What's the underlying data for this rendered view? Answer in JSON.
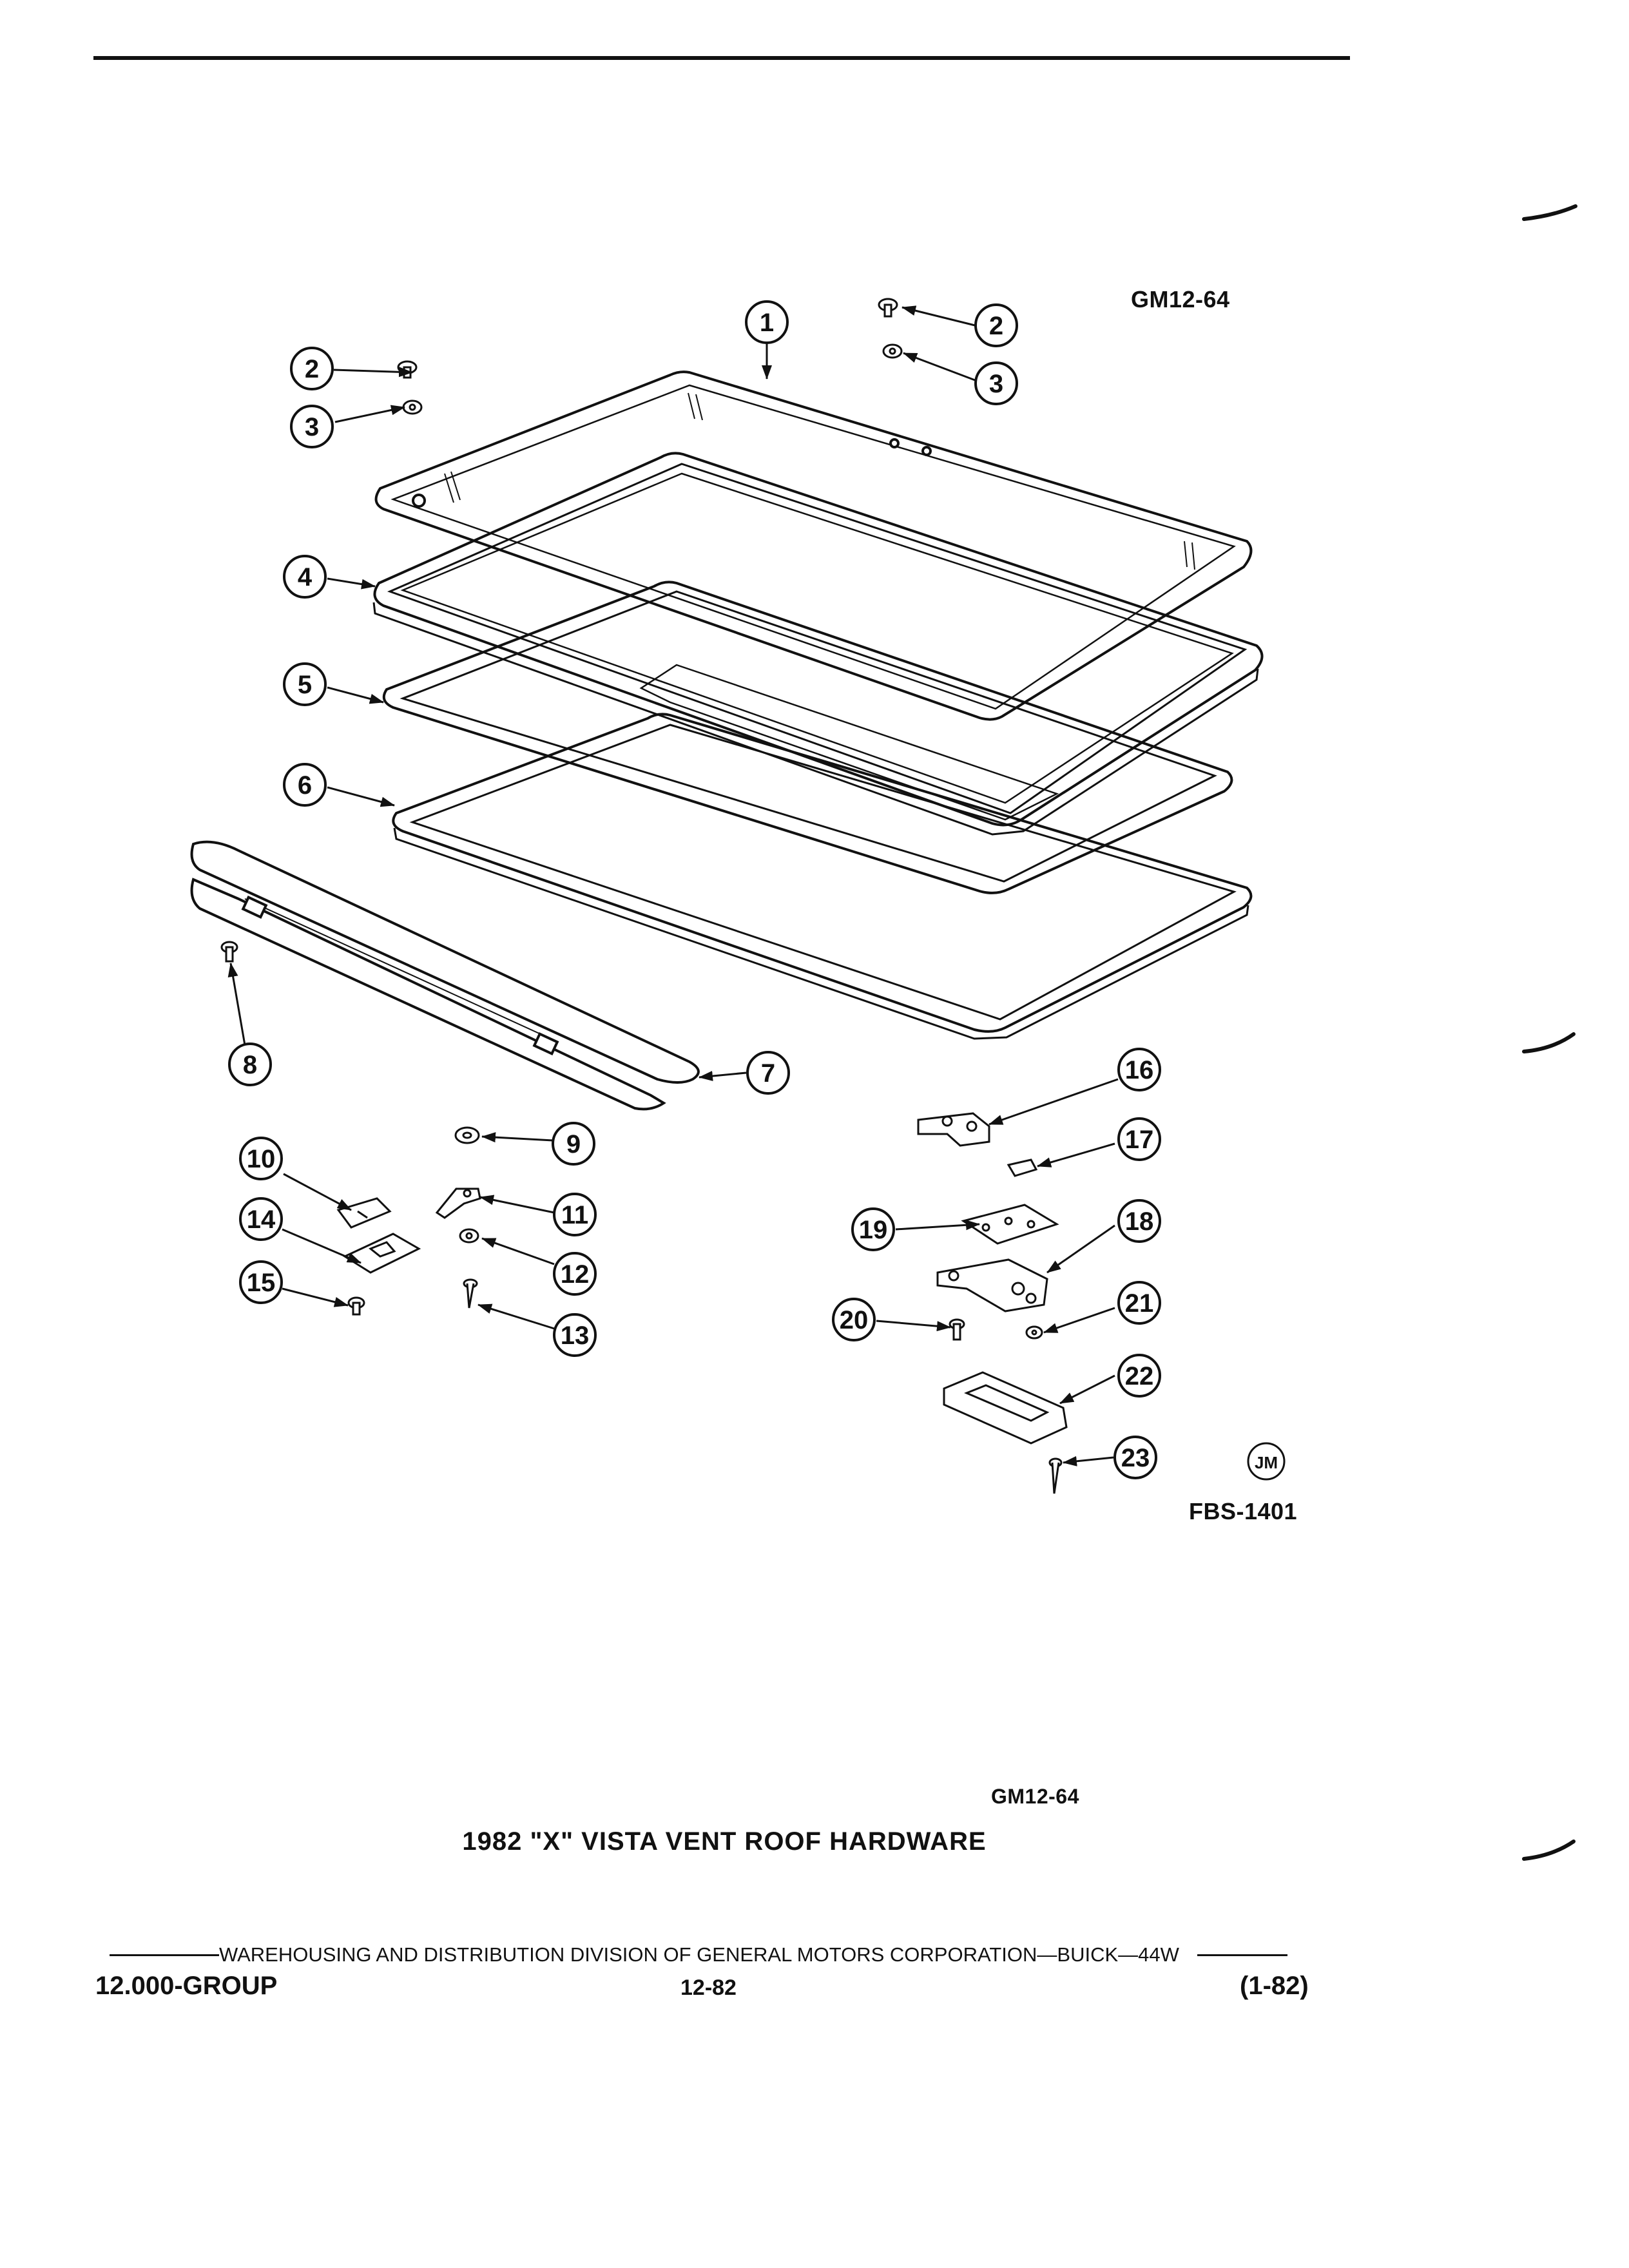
{
  "diagram_code_top": "GM12-64",
  "figure_code": "FBS-1401",
  "artist_mark": "JM",
  "diagram_code_bottom": "GM12-64",
  "caption": "1982 \"X\" VISTA VENT ROOF HARDWARE",
  "footer": {
    "division": "WAREHOUSING AND DISTRIBUTION DIVISION OF GENERAL MOTORS CORPORATION—BUICK—44W",
    "group": "12.000-GROUP",
    "date": "12-82",
    "revision": "(1-82)"
  },
  "callouts": {
    "c1": "1",
    "c2a": "2",
    "c3a": "3",
    "c2b": "2",
    "c3b": "3",
    "c4": "4",
    "c5": "5",
    "c6": "6",
    "c7": "7",
    "c8": "8",
    "c9": "9",
    "c10": "10",
    "c11": "11",
    "c12": "12",
    "c13": "13",
    "c14": "14",
    "c15": "15",
    "c16": "16",
    "c17": "17",
    "c18": "18",
    "c19": "19",
    "c20": "20",
    "c21": "21",
    "c22": "22",
    "c23": "23"
  }
}
